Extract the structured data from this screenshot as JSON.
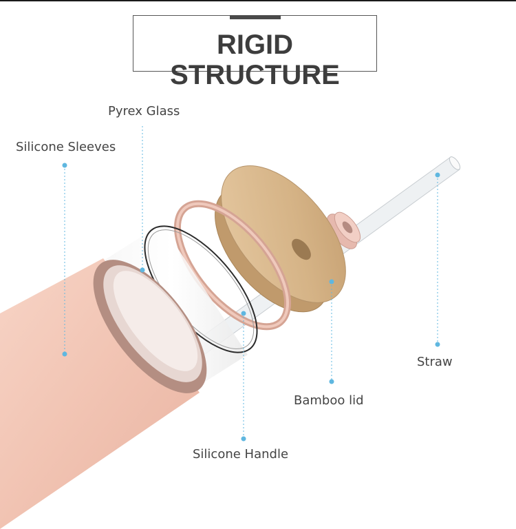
{
  "title": "RIGID STRUCTURE",
  "colors": {
    "sleeve": "#f0c4b4",
    "glass_edge": "#2b2b2b",
    "bamboo": "#d9b990",
    "callout_line": "#5fb7e0"
  },
  "labels": {
    "pyrex_glass": "Pyrex Glass",
    "silicone_sleeves": "Silicone Sleeves",
    "straw": "Straw",
    "bamboo_lid": "Bamboo lid",
    "silicone_handle": "Silicone Handle"
  }
}
